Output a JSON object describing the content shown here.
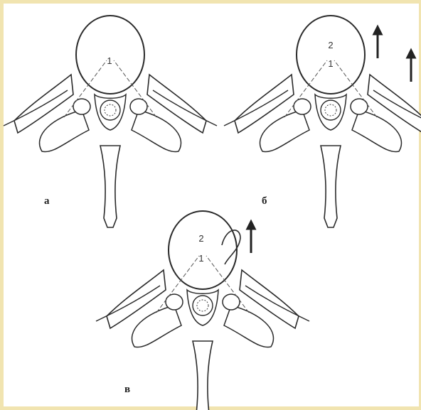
{
  "figure": {
    "colors": {
      "frame": "#f1e4b0",
      "ink": "#2a2a2a"
    },
    "panels": [
      {
        "id": "a",
        "label": "а",
        "markers": [
          "1"
        ],
        "arrows": 0,
        "hook": false
      },
      {
        "id": "b",
        "label": "б",
        "markers": [
          "2",
          "1"
        ],
        "arrows": 2,
        "hook": false
      },
      {
        "id": "v",
        "label": "в",
        "markers": [
          "2",
          "1"
        ],
        "arrows": 1,
        "hook": true
      }
    ]
  }
}
